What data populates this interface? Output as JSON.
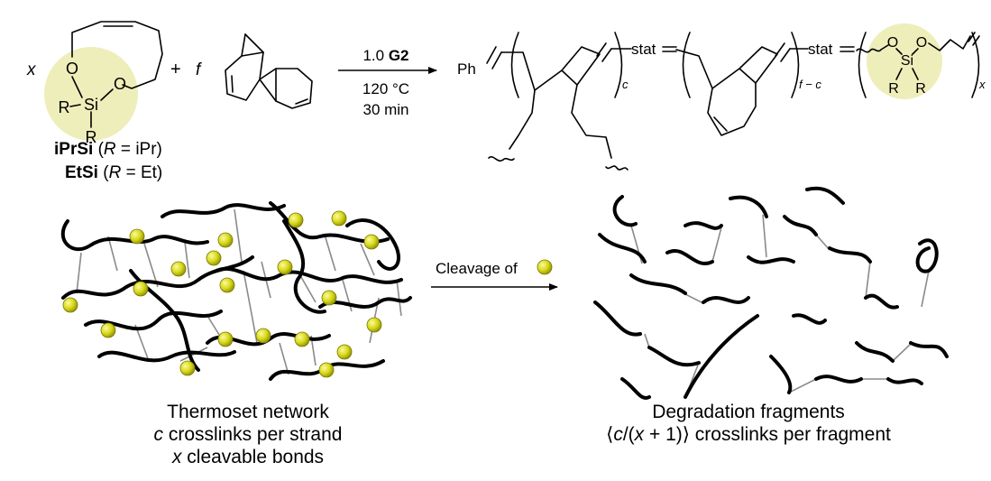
{
  "reactants": {
    "monomer_coefficient": "x",
    "plus": "+",
    "dcpd_coefficient": "f",
    "si_label": "Si",
    "o_label": "O",
    "r_label": "R",
    "monomer_names": [
      {
        "name": "iPrSi",
        "open": "(",
        "var": "R",
        "eq": " = ",
        "val": "iPr",
        "close": ")"
      },
      {
        "name": "EtSi",
        "open": "(",
        "var": "R",
        "eq": " = ",
        "val": "Et",
        "close": ")"
      }
    ]
  },
  "conditions": {
    "catalyst_amount": "1.0 ",
    "catalyst": "G2",
    "temperature": "120 °C",
    "time": "30 min"
  },
  "product": {
    "end_group": "Ph",
    "stat1": "stat",
    "stat2": "stat",
    "sub_c": "c",
    "sub_f_minus_c": "f − c",
    "sub_x": "x",
    "si_label": "Si",
    "o_label": "O",
    "r_label": "R"
  },
  "arrow2_label": "Cleavage of",
  "colors": {
    "bead": "#d8d81c",
    "bead_edge": "#7a7a00",
    "halo": "#eeeebb",
    "crosslink": "#8a8a8a",
    "strand": "#000000"
  },
  "captions": {
    "network": {
      "line1": "Thermoset network",
      "line2_var": "c",
      "line2_rest": " crosslinks per strand",
      "line3_var": "x",
      "line3_rest": " cleavable bonds"
    },
    "fragments": {
      "line1": "Degradation fragments",
      "line2_a": "⟨",
      "line2_c": "c",
      "line2_b": "/(",
      "line2_x": "x",
      "line2_d": " + 1)⟩ crosslinks per fragment"
    }
  }
}
